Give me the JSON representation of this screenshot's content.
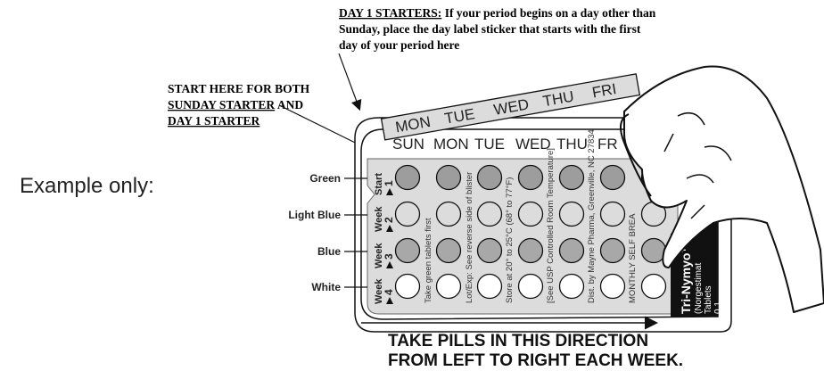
{
  "example_label": "Example only:",
  "day1_note": {
    "heading": "DAY 1 STARTERS:",
    "line1": " If your period begins on a day other than",
    "line2": "Sunday, place the day label sticker that starts with the first",
    "line3": "day of your period here"
  },
  "start_note": {
    "line1": "START HERE FOR BOTH",
    "line2a": "SUNDAY STARTER",
    "line2b": " AND",
    "line3": "DAY 1 STARTER"
  },
  "sticker_days": [
    "MON",
    "TUE",
    "WED",
    "THU",
    "FRI"
  ],
  "card_days": [
    "SUN",
    "MON",
    "TUE",
    "WED",
    "THU",
    "FR"
  ],
  "rows": [
    {
      "color_label": "Green",
      "week_label": "Start",
      "week_num": "1",
      "pill_color": "#9d9d9d"
    },
    {
      "color_label": "Light Blue",
      "week_label": "Week",
      "week_num": "2",
      "pill_color": "#dcdcdc"
    },
    {
      "color_label": "Blue",
      "week_label": "Week",
      "week_num": "3",
      "pill_color": "#a8a8a8"
    },
    {
      "color_label": "White",
      "week_label": "Week",
      "week_num": "4",
      "pill_color": "#ffffff"
    }
  ],
  "card_texts": [
    "Take green tablets first",
    "Lot/Exp: See reverse side of blister",
    "Store at 20° to 25°C (68° to 77°F)",
    "[See USP Controlled Room Temperature]",
    "Dist. by Mayne Pharma, Greenville, NC  27834",
    "MONTHLY SELF BREA"
  ],
  "product": {
    "name": "Tri-Nymyo™",
    "line2": "(Norgestimat",
    "line3": "Tablets",
    "line4": "0.1"
  },
  "direction": {
    "line1": "TAKE PILLS IN THIS DIRECTION",
    "line2": "FROM LEFT TO RIGHT EACH WEEK."
  }
}
